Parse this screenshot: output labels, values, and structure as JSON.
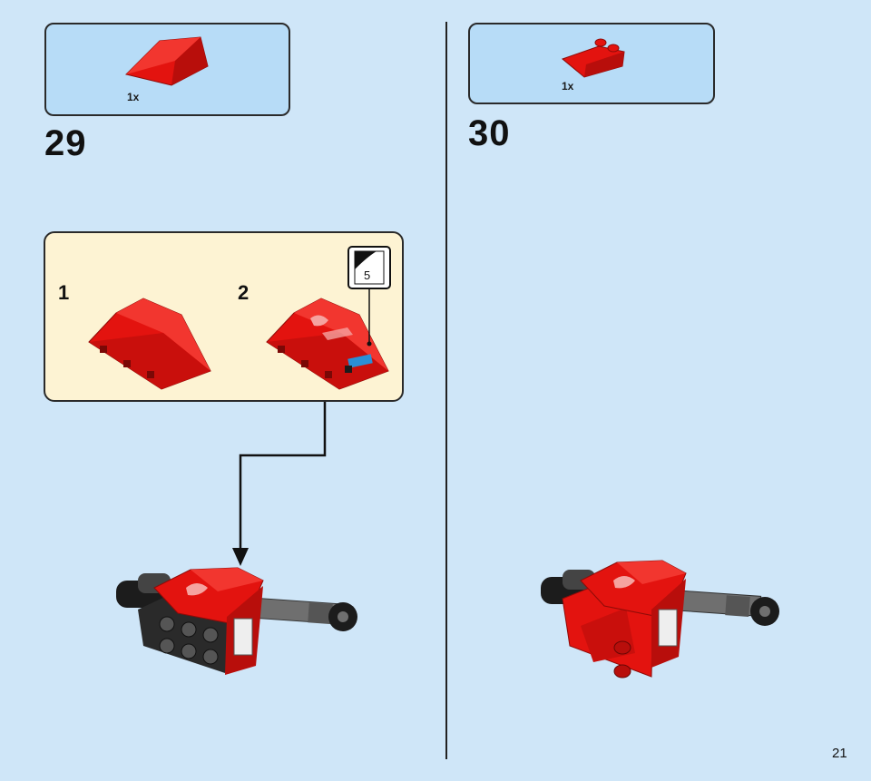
{
  "page": {
    "number": "21"
  },
  "steps": [
    {
      "number": "29",
      "parts": [
        {
          "quantity": "1x",
          "part": "red-wedge-brick"
        }
      ],
      "sub_steps": [
        {
          "label": "1",
          "part": "red-wedge-brick"
        },
        {
          "label": "2",
          "part": "red-wedge-brick-with-sticker"
        }
      ],
      "sticker": {
        "number": "5"
      }
    },
    {
      "number": "30",
      "parts": [
        {
          "quantity": "1x",
          "part": "red-slope-plate-with-studs"
        }
      ]
    }
  ],
  "colors": {
    "page_bg": "#cfe6f8",
    "parts_box_bg": "#b7dcf7",
    "sub_box_bg": "#fdf3d3",
    "brick_red": "#e3130f",
    "brick_dark": "#8e0b08",
    "gray": "#6f6f6f",
    "black": "#1c1c1c"
  }
}
